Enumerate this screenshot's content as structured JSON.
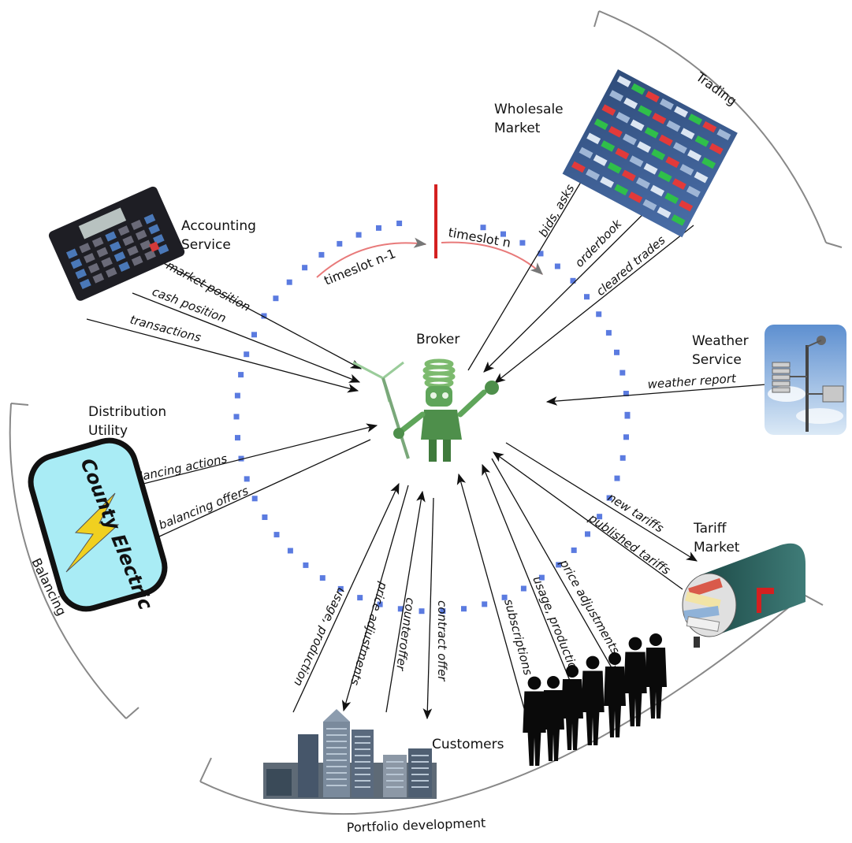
{
  "nodes": {
    "broker": "Broker",
    "accounting_line1": "Accounting",
    "accounting_line2": "Service",
    "wholesale_line1": "Wholesale",
    "wholesale_line2": "Market",
    "weather_line1": "Weather",
    "weather_line2": "Service",
    "distribution_line1": "Distribution",
    "distribution_line2": "Utility",
    "tariff_line1": "Tariff",
    "tariff_line2": "Market",
    "customers": "Customers"
  },
  "regions": {
    "trading": "Trading",
    "balancing": "Balancing",
    "portfolio": "Portfolio development"
  },
  "timeslots": {
    "prev": "timeslot n-1",
    "next": "timeslot n"
  },
  "edges": {
    "market_position": "market position",
    "cash_position": "cash position",
    "transactions": "transactions",
    "bids_asks": "bids, asks",
    "orderbook": "orderbook",
    "cleared_trades": "cleared trades",
    "weather_report": "weather report",
    "balancing_actions": "balancing actions",
    "balancing_offers": "balancing offers",
    "new_tariffs": "new tariffs",
    "published_tariffs": "published tariffs",
    "usage_production_1": "usage, production",
    "price_adjustments_1": "price adjustments",
    "counteroffer": "counteroffer",
    "contract_offer": "contract offer",
    "subscriptions": "subscriptions",
    "usage_production_2": "usage, production",
    "price_adjustments_2": "price adjustments"
  },
  "logo": {
    "county_electric": "County Electric"
  },
  "colors": {
    "dots": "#5b7be0",
    "timeslot_divider": "#d42020",
    "timeslot_arc": "#e87a7a",
    "bracket": "#888888",
    "logo_fill": "#a9ecf5",
    "logo_bolt": "#f0d020"
  }
}
